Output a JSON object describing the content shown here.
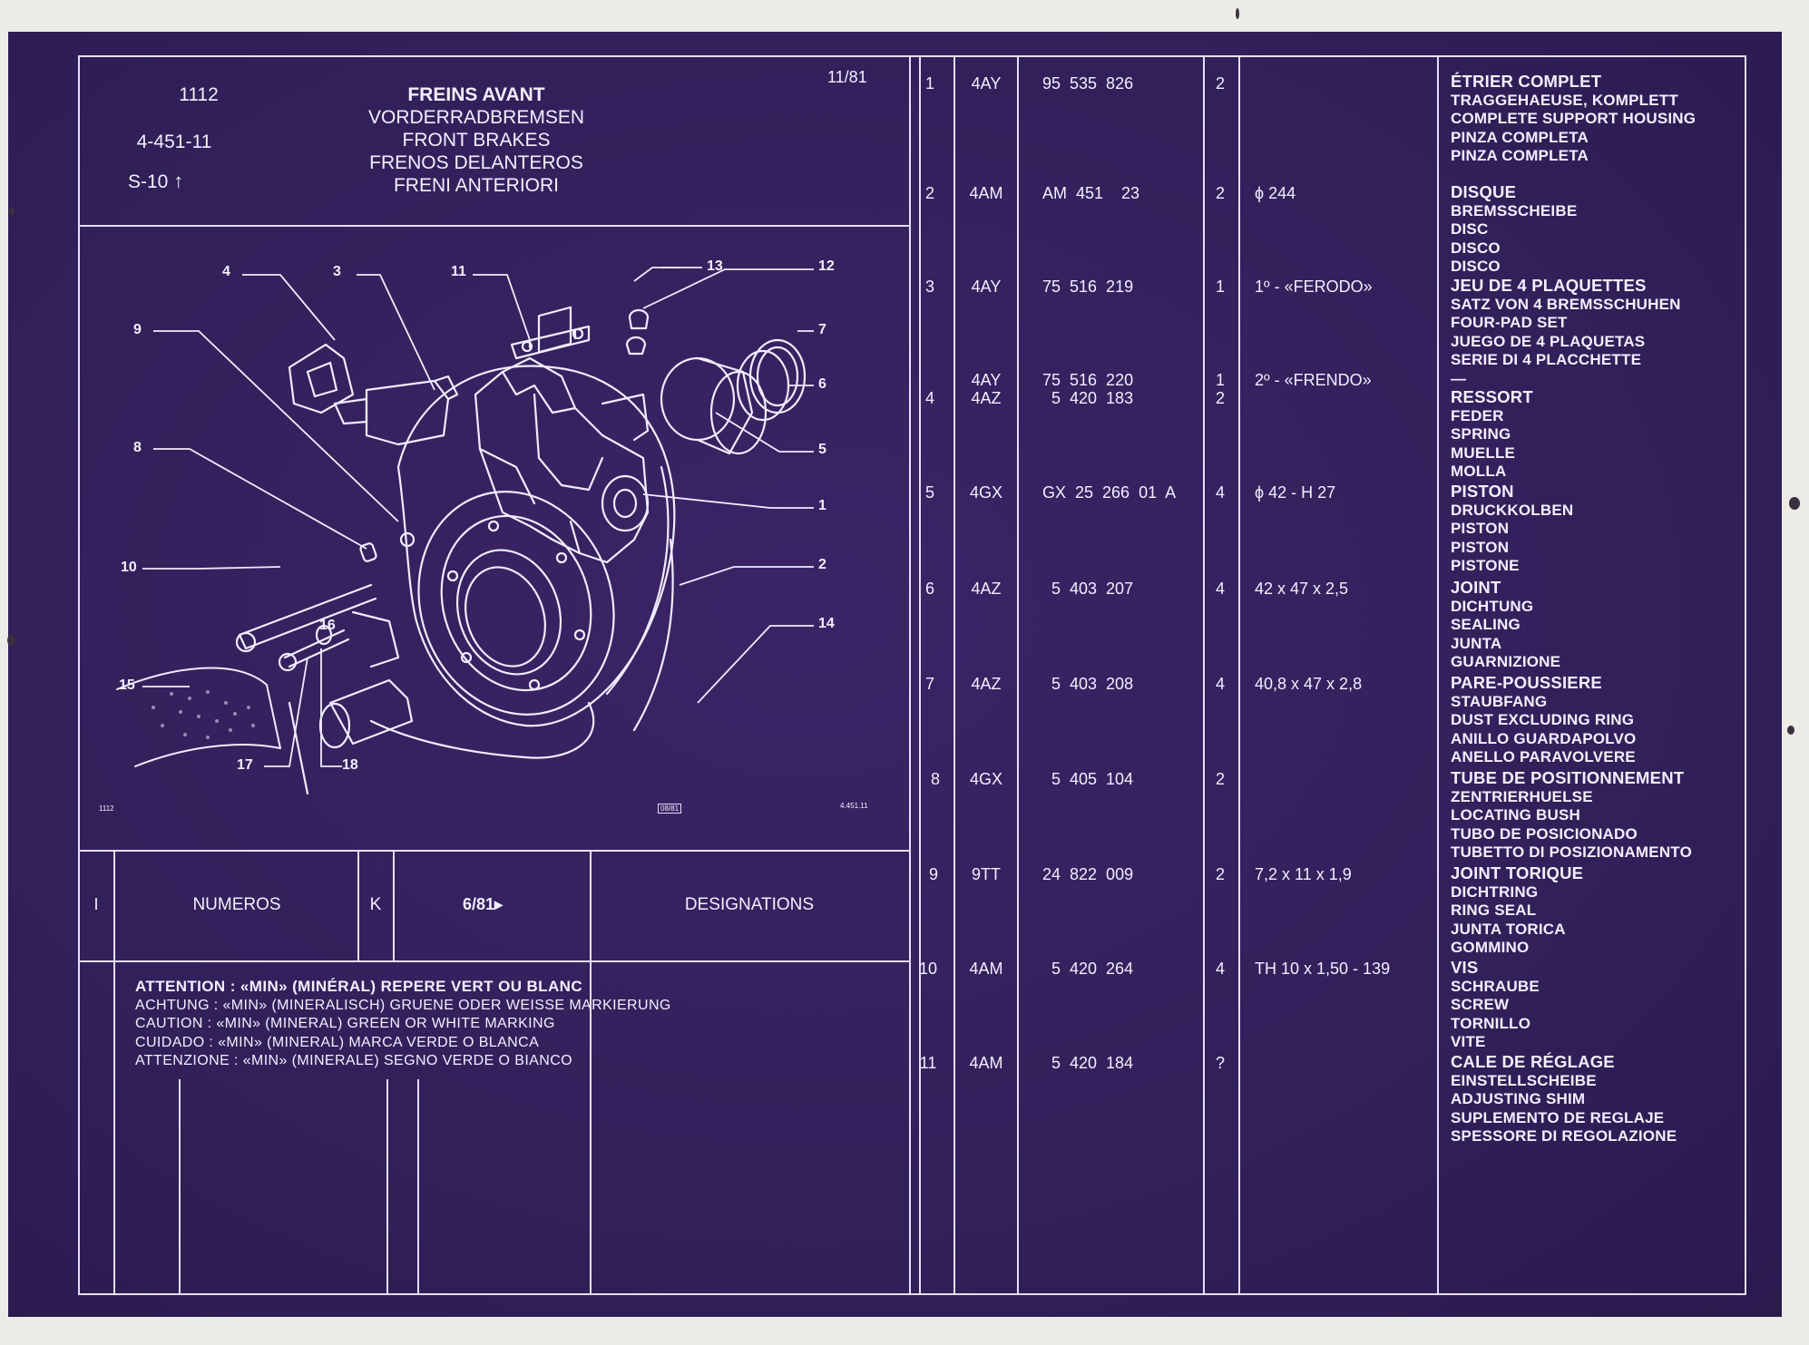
{
  "header": {
    "group_code": "1112",
    "ref_code": "4-451-11",
    "section": "S-10",
    "date": "11/81",
    "titles": [
      "FREINS AVANT",
      "VORDERRADBREMSEN",
      "FRONT BRAKES",
      "FRENOS DELANTEROS",
      "FRENI ANTERIORI"
    ]
  },
  "diagram": {
    "callouts": [
      "1",
      "2",
      "3",
      "4",
      "5",
      "6",
      "7",
      "8",
      "9",
      "10",
      "11",
      "12",
      "13",
      "14",
      "15",
      "16",
      "17",
      "18"
    ],
    "footer_left": "1112",
    "footer_mid": "08/81",
    "footer_right": "4.451.11",
    "arrow_icon": "up-arrow-icon"
  },
  "legend": {
    "col_i": "I",
    "col_numeros": "NUMEROS",
    "col_k": "K",
    "col_date": "6/81▸",
    "col_designations": "DESIGNATIONS"
  },
  "attention": [
    "ATTENTION : «MIN» (MINÉRAL) REPERE VERT OU BLANC",
    "ACHTUNG : «MIN» (MINERALISCH) GRUENE ODER WEISSE MARKIERUNG",
    "CAUTION : «MIN» (MINERAL) GREEN OR WHITE MARKING",
    "CUIDADO : «MIN» (MINERAL) MARCA VERDE O BLANCA",
    "ATTENZIONE : «MIN» (MINERALE) SEGNO VERDE O BIANCO"
  ],
  "parts": [
    {
      "index": "1",
      "code": "4AY",
      "number": "95  535  826",
      "qty": "2",
      "spec": "",
      "desc": [
        "ÉTRIER COMPLET",
        "TRAGGEHAEUSE, KOMPLETT",
        "COMPLETE SUPPORT HOUSING",
        "PINZA COMPLETA",
        "PINZA COMPLETA"
      ]
    },
    {
      "index": "2",
      "code": "4AM",
      "number": "AM  451    23",
      "qty": "2",
      "spec": "ϕ 244",
      "desc": [
        "DISQUE",
        "BREMSSCHEIBE",
        "DISC",
        "DISCO",
        "DISCO"
      ]
    },
    {
      "index": "3",
      "code": "4AY",
      "number": "75  516  219",
      "qty": "1",
      "spec": "1º - «FERODO»",
      "desc": [
        "JEU DE 4 PLAQUETTES",
        "SATZ VON 4 BREMSSCHUHEN",
        "FOUR-PAD SET",
        "JUEGO DE 4 PLAQUETAS",
        "SERIE DI 4 PLACCHETTE"
      ]
    },
    {
      "index": "",
      "code": "4AY",
      "number": "75  516  220",
      "qty": "1",
      "spec": "2º - «FRENDO»",
      "desc": [
        "—"
      ]
    },
    {
      "index": "4",
      "code": "4AZ",
      "number": "5  420  183",
      "qty": "2",
      "spec": "",
      "desc": [
        "RESSORT",
        "FEDER",
        "SPRING",
        "MUELLE",
        "MOLLA"
      ]
    },
    {
      "index": "5",
      "code": "4GX",
      "number": "GX  25  266  01  A",
      "qty": "4",
      "spec": "ϕ 42 - H 27",
      "desc": [
        "PISTON",
        "DRUCKKOLBEN",
        "PISTON",
        "PISTON",
        "PISTONE"
      ]
    },
    {
      "index": "6",
      "code": "4AZ",
      "number": "5  403  207",
      "qty": "4",
      "spec": "42 x 47 x 2,5",
      "desc": [
        "JOINT",
        "DICHTUNG",
        "SEALING",
        "JUNTA",
        "GUARNIZIONE"
      ]
    },
    {
      "index": "7",
      "code": "4AZ",
      "number": "5  403  208",
      "qty": "4",
      "spec": "40,8 x 47 x 2,8",
      "desc": [
        "PARE-POUSSIERE",
        "STAUBFANG",
        "DUST EXCLUDING RING",
        "ANILLO GUARDAPOLVO",
        "ANELLO PARAVOLVERE"
      ]
    },
    {
      "index": "8",
      "code": "4GX",
      "number": "5  405  104",
      "qty": "2",
      "spec": "",
      "desc": [
        "TUBE DE POSITIONNEMENT",
        "ZENTRIERHUELSE",
        "LOCATING BUSH",
        "TUBO DE POSICIONADO",
        "TUBETTO DI POSIZIONAMENTO"
      ]
    },
    {
      "index": "9",
      "code": "9TT",
      "number": "24  822  009",
      "qty": "2",
      "spec": "7,2 x 11 x 1,9",
      "desc": [
        "JOINT TORIQUE",
        "DICHTRING",
        "RING SEAL",
        "JUNTA TORICA",
        "GOMMINO"
      ]
    },
    {
      "index": "10",
      "code": "4AM",
      "number": "5  420  264",
      "qty": "4",
      "spec": "TH 10 x 1,50 - 139",
      "desc": [
        "VIS",
        "SCHRAUBE",
        "SCREW",
        "TORNILLO",
        "VITE"
      ]
    },
    {
      "index": "11",
      "code": "4AM",
      "number": "5  420  184",
      "qty": "?",
      "spec": "",
      "desc": [
        "CALE DE RÉGLAGE",
        "EINSTELLSCHEIBE",
        "ADJUSTING SHIM",
        "SUPLEMENTO DE REGLAJE",
        "SPESSORE DI REGOLAZIONE"
      ]
    }
  ]
}
